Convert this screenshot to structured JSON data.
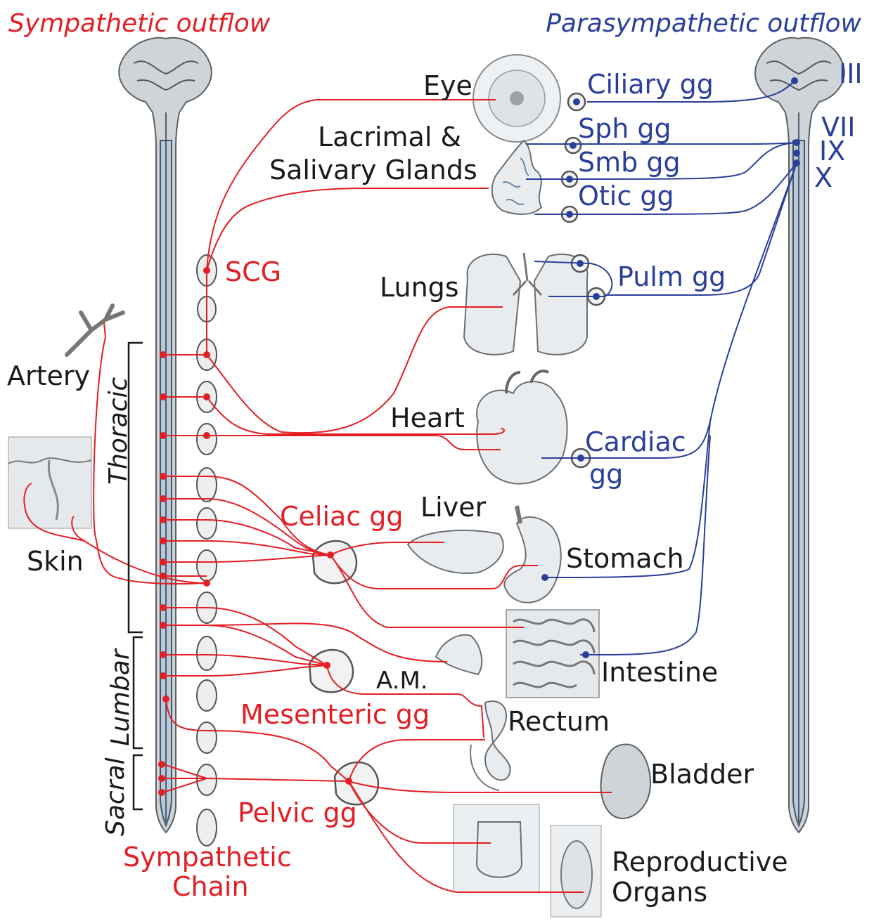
{
  "colors": {
    "sympathetic": "#e31e24",
    "parasympathetic": "#2a3f9a",
    "text": "#1a1a1a"
  },
  "headers": {
    "sympathetic": "Sympathetic outflow",
    "parasympathetic": "Parasympathetic outflow"
  },
  "organs": {
    "eye": "Eye",
    "glands_line1": "Lacrimal &",
    "glands_line2": "Salivary Glands",
    "lungs": "Lungs",
    "heart": "Heart",
    "liver": "Liver",
    "stomach": "Stomach",
    "intestine": "Intestine",
    "adrenal_medulla": "A.M.",
    "rectum": "Rectum",
    "bladder": "Bladder",
    "reproductive_line1": "Reproductive",
    "reproductive_line2": "Organs",
    "artery": "Artery",
    "skin": "Skin"
  },
  "sympathetic_labels": {
    "scg": "SCG",
    "celiac": "Celiac gg",
    "mesenteric": "Mesenteric gg",
    "pelvic": "Pelvic gg",
    "chain_line1": "Sympathetic",
    "chain_line2": "Chain"
  },
  "spinal_regions": {
    "thoracic": "Thoracic",
    "lumbar": "Lumbar",
    "sacral": "Sacral"
  },
  "parasympathetic_labels": {
    "ciliary": "Ciliary gg",
    "sph": "Sph gg",
    "smb": "Smb gg",
    "otic": "Otic gg",
    "pulm": "Pulm gg",
    "cardiac_line1": "Cardiac",
    "cardiac_line2": "gg"
  },
  "cranial_nerves": {
    "III": "III",
    "VII": "VII",
    "IX": "IX",
    "X": "X"
  }
}
